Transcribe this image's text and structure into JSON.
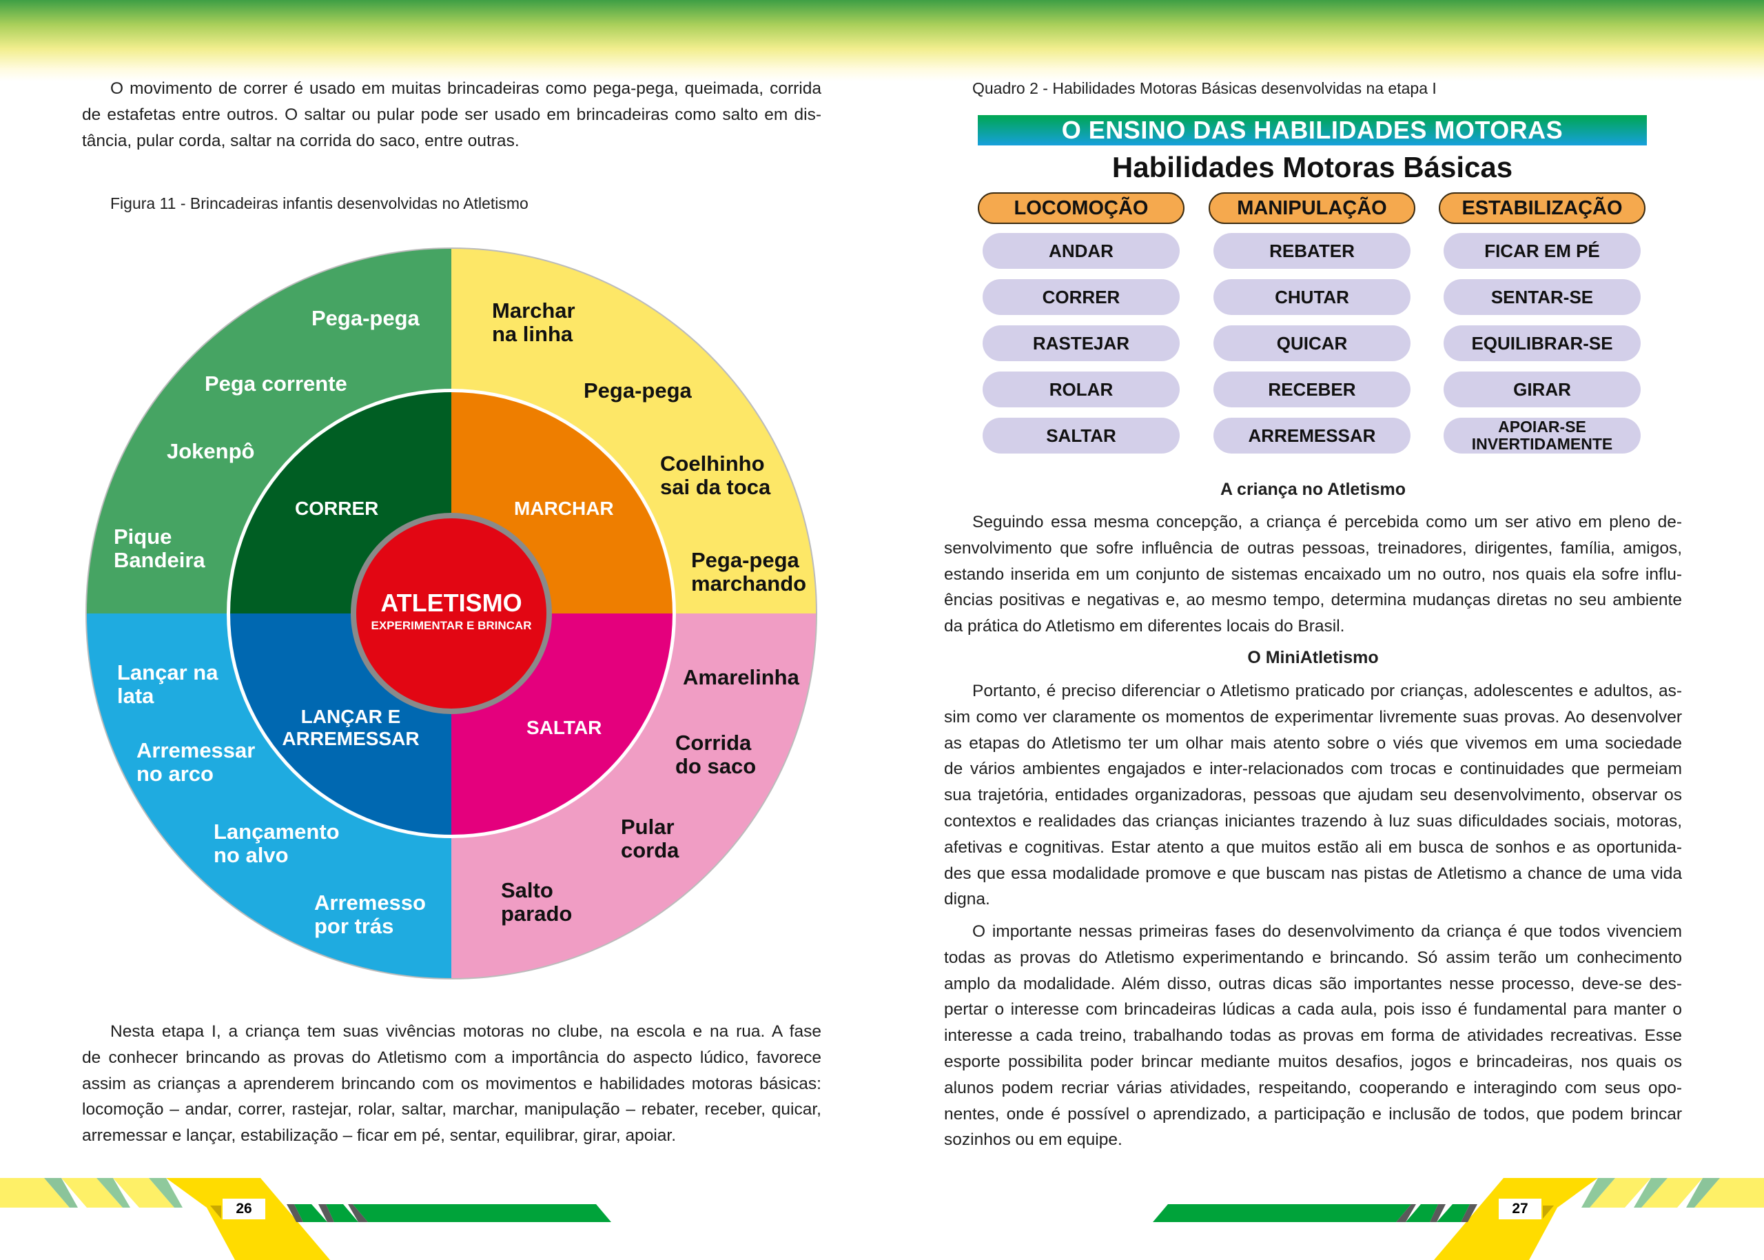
{
  "left": {
    "para1": [
      "O movimento de correr é usado em muitas brincadeiras como pega-pega, queimada, corrida",
      "de estafetas entre outros. O saltar ou pular pode ser usado em brincadeiras como salto em dis-",
      "tância, pular corda, saltar na corrida do saco, entre outras."
    ],
    "figure_caption": "Figura 11 - Brincadeiras infantis desenvolvidas no Atletismo",
    "wheel": {
      "center_title": "ATLETISMO",
      "center_subtitle": "EXPERIMENTAR E BRINCAR",
      "inner": {
        "correr": "CORRER",
        "marchar": "MARCHAR",
        "saltar": "SALTAR",
        "lancar": "LANÇAR E\nARREMESSAR"
      },
      "outer": {
        "correr": [
          "Pega-pega",
          "Pega corrente",
          "Jokenpô",
          "Pique\nBandeira"
        ],
        "marchar": [
          "Marchar\nna linha",
          "Pega-pega",
          "Coelhinho\nsai da toca",
          "Pega-pega\nmarchando"
        ],
        "saltar": [
          "Amarelinha",
          "Corrida\ndo saco",
          "Pular\ncorda",
          "Salto\nparado"
        ],
        "lancar": [
          "Lançar na\nlata",
          "Arremessar\nno arco",
          "Lançamento\nno alvo",
          "Arremesso\npor trás"
        ]
      },
      "colors": {
        "outer_correr": "#46a463",
        "outer_marchar": "#fde767",
        "outer_saltar": "#f09dc4",
        "outer_lancar": "#1fabe0",
        "inner_correr": "#005e23",
        "inner_marchar": "#ee7e00",
        "inner_saltar": "#e4007d",
        "inner_lancar": "#0068b1",
        "center": "#e20613"
      }
    },
    "para2": [
      "Nesta etapa I, a criança tem suas vivências motoras no clube, na escola e na rua. A fase",
      "de conhecer brincando as provas do Atletismo com a importância do aspecto lúdico, favorece",
      "assim as crianças a aprenderem brincando com os movimentos e habilidades motoras básicas:",
      "locomoção – andar, correr, rastejar, rolar, saltar, marchar, manipulação – rebater, receber, quicar,",
      "arremessar e lançar, estabilização – ficar em pé, sentar, equilibrar, girar, apoiar."
    ],
    "page_number": "26"
  },
  "right": {
    "caption": "Quadro 2 - Habilidades Motoras Básicas desenvolvidas na etapa I",
    "banner": "O ENSINO DAS HABILIDADES MOTORAS",
    "table_title": "Habilidades Motoras Básicas",
    "columns": [
      {
        "header": "LOCOMOÇÃO",
        "items": [
          "ANDAR",
          "CORRER",
          "RASTEJAR",
          "ROLAR",
          "SALTAR"
        ]
      },
      {
        "header": "MANIPULAÇÃO",
        "items": [
          "REBATER",
          "CHUTAR",
          "QUICAR",
          "RECEBER",
          "ARREMESSAR"
        ]
      },
      {
        "header": "ESTABILIZAÇÃO",
        "items": [
          "FICAR EM PÉ",
          "SENTAR-SE",
          "EQUILIBRAR-SE",
          "GIRAR",
          "APOIAR-SE\nINVERTIDAMENTE"
        ]
      }
    ],
    "heading1": "A criança no Atletismo",
    "para1": [
      "Seguindo essa mesma concepção, a criança é percebida como um ser ativo em pleno de-",
      "senvolvimento que sofre influência de outras pessoas, treinadores, dirigentes, família, amigos,",
      "estando inserida em um conjunto de sistemas encaixado um no outro, nos quais ela sofre influ-",
      "ências positivas e negativas e, ao mesmo tempo, determina mudanças diretas no seu ambiente",
      "da prática do Atletismo em diferentes locais do Brasil."
    ],
    "heading2": "O MiniAtletismo",
    "para2": [
      "Portanto, é preciso diferenciar o Atletismo praticado por crianças, adolescentes e adultos, as-",
      "sim como ver claramente os momentos de experimentar livremente suas provas. Ao desenvolver",
      "as etapas do Atletismo ter um olhar mais atento sobre o viés que vivemos em uma sociedade",
      "de vários ambientes engajados e inter-relacionados com trocas e continuidades que permeiam",
      "sua trajetória, entidades organizadoras, pessoas que ajudam seu desenvolvimento, observar os",
      "contextos e realidades das crianças iniciantes trazendo à luz suas dificuldades sociais, motoras,",
      "afetivas e cognitivas. Estar atento a que muitos estão ali em busca de sonhos e as oportunida-",
      "des que essa modalidade promove e que buscam nas pistas de Atletismo a chance de uma vida",
      "digna."
    ],
    "para3": [
      "O importante nessas primeiras fases do desenvolvimento da criança é que todos vivenciem",
      "todas as provas do Atletismo experimentando e brincando. Só assim terão um conhecimento",
      "amplo da modalidade. Além disso, outras dicas são importantes nesse processo, deve-se des-",
      "pertar o interesse com brincadeiras lúdicas a cada aula, pois isso é fundamental para manter o",
      "interesse a cada treino, trabalhando todas as provas em forma de atividades recreativas. Esse",
      "esporte possibilita poder brincar mediante muitos desafios, jogos e brincadeiras, nos quais os",
      "alunos podem recriar várias atividades, respeitando, cooperando e interagindo com seus opo-",
      "nentes, onde é possível o aprendizado, a participação e inclusão de todos, que podem brincar",
      "sozinhos ou em equipe."
    ],
    "page_number": "27"
  }
}
